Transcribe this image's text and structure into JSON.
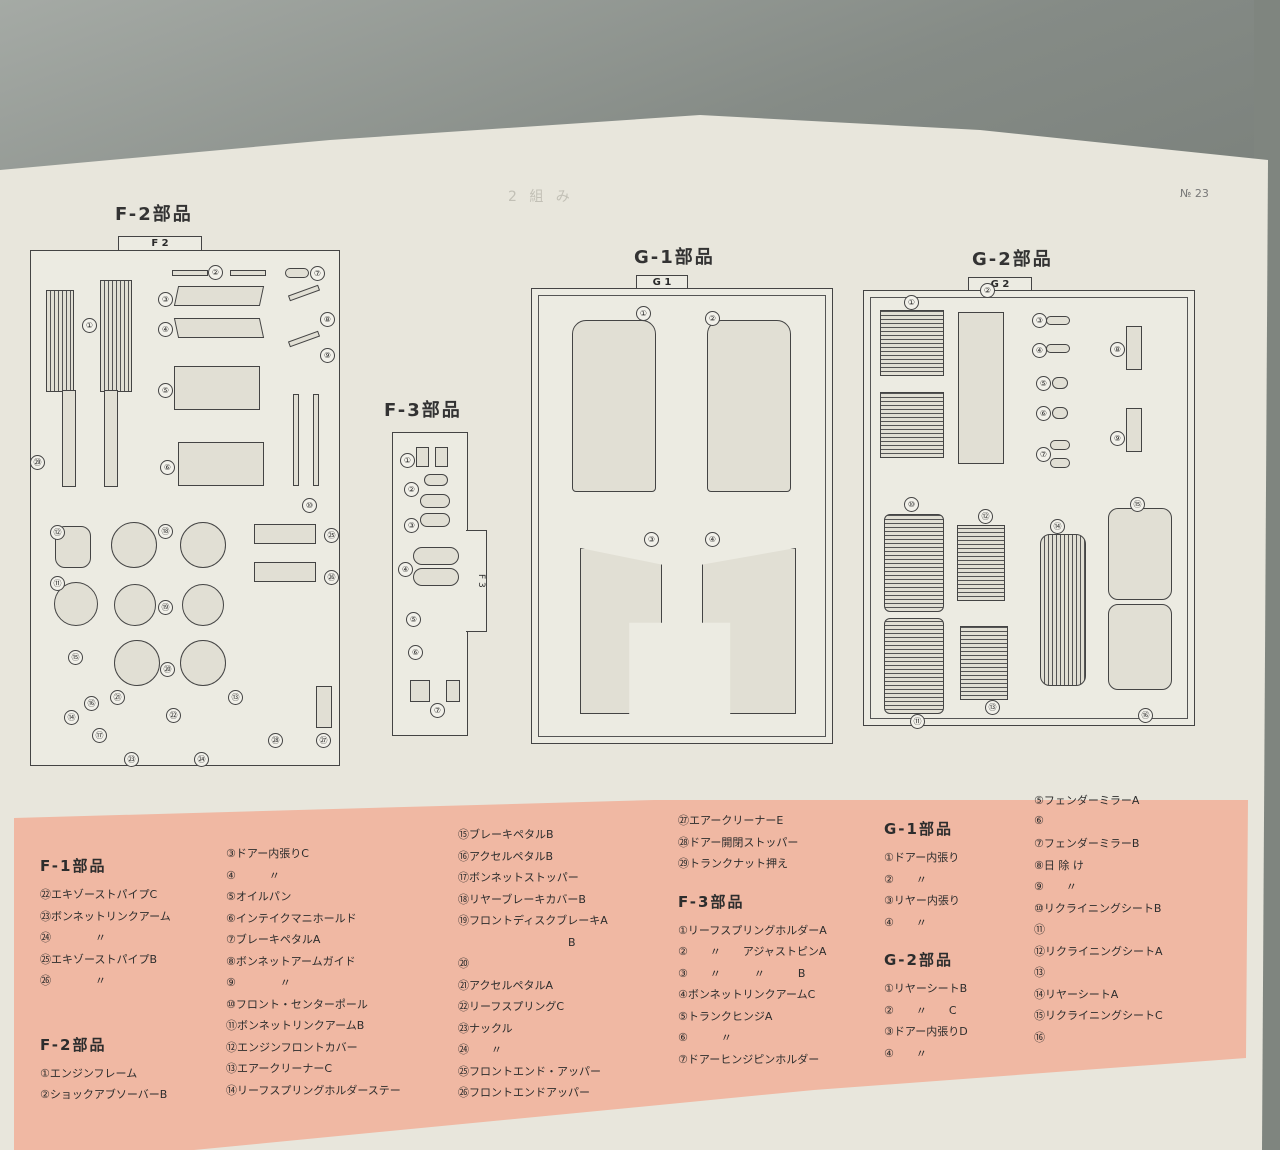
{
  "page": {
    "page_number": "№ 23",
    "ghost_header": "2 組 み"
  },
  "diagram": {
    "f2": {
      "title": "F-2部品",
      "tab": "F 2"
    },
    "f3": {
      "title": "F-3部品",
      "tab": "F 3"
    },
    "g1": {
      "title": "G-1部品",
      "tab": "G 1"
    },
    "g2": {
      "title": "G-2部品",
      "tab": "G 2"
    },
    "f2_nums": [
      "①",
      "②",
      "③",
      "④",
      "⑤",
      "⑥",
      "⑦",
      "⑧",
      "⑨",
      "⑩",
      "⑪",
      "⑫",
      "⑬",
      "⑭",
      "⑮",
      "⑯",
      "⑰",
      "⑱",
      "⑲",
      "⑳",
      "㉑",
      "㉒",
      "㉓",
      "㉔",
      "㉕",
      "㉖",
      "㉗",
      "㉘",
      "㉙"
    ],
    "f3_nums": [
      "①",
      "②",
      "③",
      "④",
      "⑤",
      "⑥",
      "⑦"
    ],
    "g1_nums": [
      "①",
      "②",
      "③",
      "④"
    ],
    "g2_nums": [
      "①",
      "②",
      "③",
      "④",
      "⑤",
      "⑥",
      "⑦",
      "⑧",
      "⑨",
      "⑩",
      "⑪",
      "⑫",
      "⑬",
      "⑭",
      "⑮",
      "⑯"
    ]
  },
  "parts_list": {
    "col1": {
      "f1_heading": "F-1部品",
      "f1_items": [
        "㉒エキゾーストパイプC",
        "㉓ボンネットリンクアーム",
        "㉔　　　　〃",
        "㉕エキゾーストパイプB",
        "㉖　　　　〃"
      ],
      "f2_heading": "F-2部品",
      "f2_items": [
        "①エンジンフレーム",
        "②ショックアブソーバーB"
      ]
    },
    "col2": {
      "items": [
        "③ドアー内張りC",
        "④　　　〃",
        "⑤オイルパン",
        "⑥インテイクマニホールド",
        "⑦ブレーキペタルA",
        "⑧ボンネットアームガイド",
        "⑨　　　　〃",
        "⑩フロント・センターポール",
        "⑪ボンネットリンクアームB",
        "⑫エンジンフロントカバー",
        "⑬エアークリーナーC",
        "⑭リーフスプリングホルダーステー"
      ]
    },
    "col3": {
      "items": [
        "⑮ブレーキペタルB",
        "⑯アクセルペタルB",
        "⑰ボンネットストッパー",
        "⑱リヤーブレーキカバーB",
        "⑲フロントディスクブレーキA",
        "　　　　　　　　　　B",
        "⑳",
        "㉑アクセルペタルA",
        "㉒リーフスプリングC",
        "㉓ナックル",
        "㉔　　〃",
        "㉕フロントエンド・アッパー",
        "㉖フロントエンドアッパー"
      ]
    },
    "col4": {
      "items_top": [
        "㉗エアークリーナーE",
        "㉘ドアー開閉ストッパー",
        "㉙トランクナット押え"
      ],
      "f3_heading": "F-3部品",
      "f3_items": [
        "①リーフスプリングホルダーA",
        "②　　〃　　アジャストピンA",
        "③　　〃　　　〃　　　B",
        "④ボンネットリンクアームC",
        "⑤トランクヒンジA",
        "⑥　　　〃",
        "⑦ドアーヒンジピンホルダー"
      ]
    },
    "col5": {
      "g1_heading": "G-1部品",
      "g1_items": [
        "①ドアー内張り",
        "②　　〃",
        "③リヤー内張り",
        "④　　〃"
      ],
      "g2_heading": "G-2部品",
      "g2_items": [
        "①リヤーシートB",
        "②　　〃　　C",
        "③ドアー内張りD",
        "④　　〃"
      ]
    },
    "col6": {
      "items": [
        "⑤フェンダーミラーA",
        "⑥",
        "⑦フェンダーミラーB",
        "⑧日 除 け",
        "⑨　　〃",
        "⑩リクライニングシートB",
        "⑪",
        "⑫リクライニングシートA",
        "⑬",
        "⑭リヤーシートA",
        "⑮リクライニングシートC",
        "⑯"
      ]
    }
  }
}
